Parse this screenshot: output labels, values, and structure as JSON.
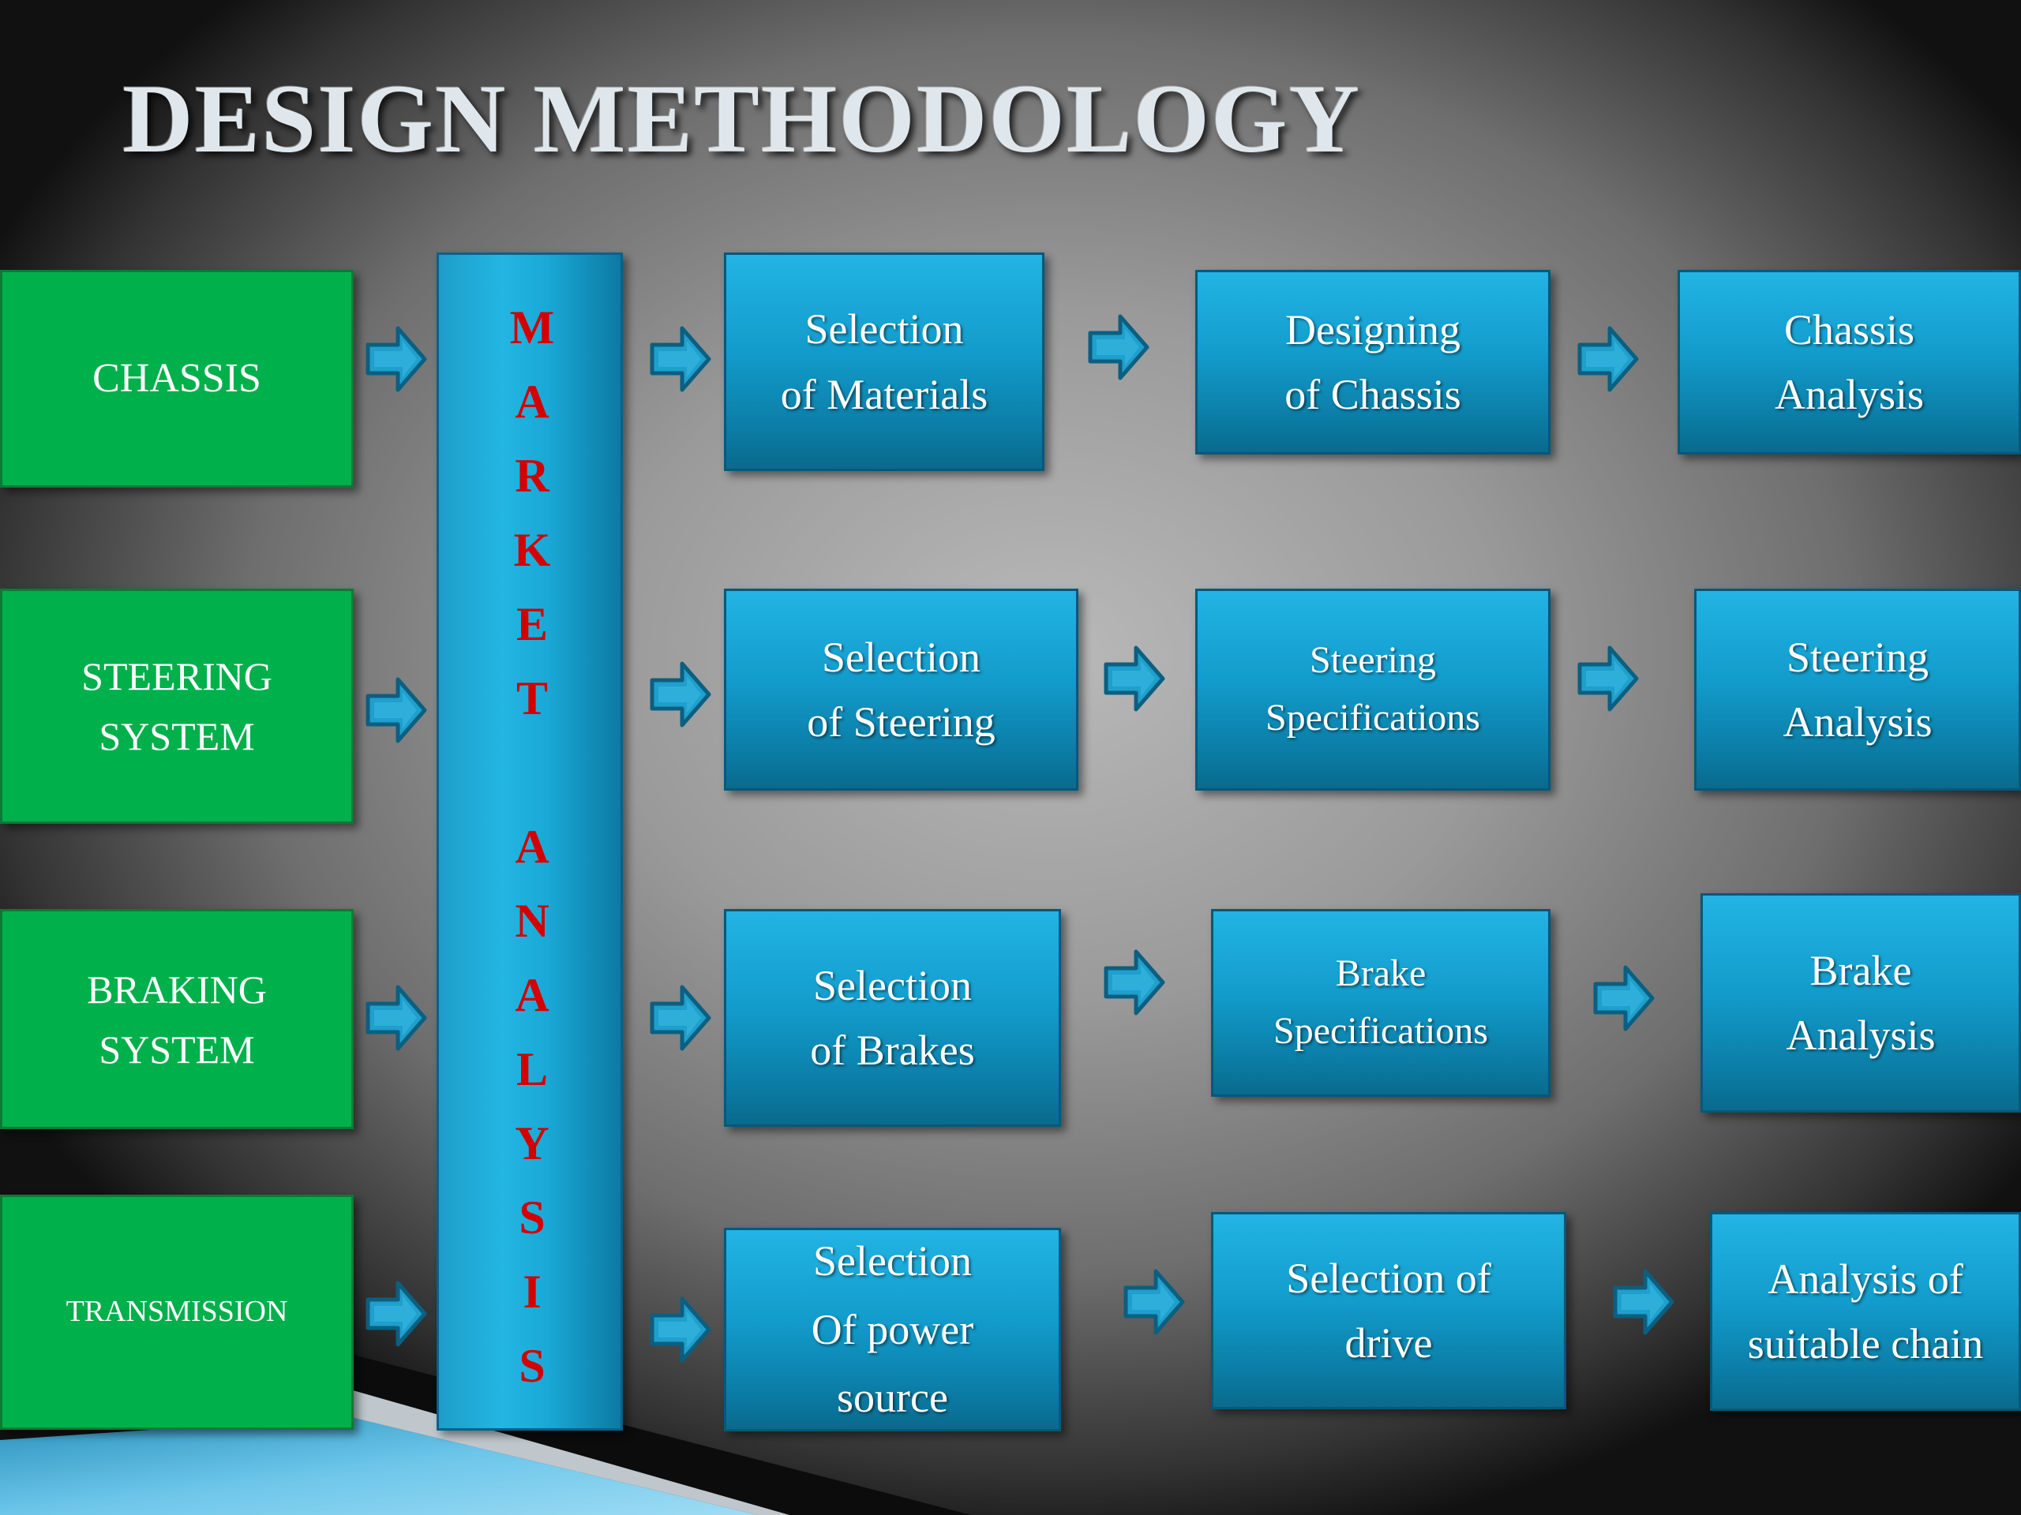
{
  "title": "DESIGN METHODOLOGY",
  "market_analysis_letters": [
    "M",
    "A",
    "R",
    "K",
    "E",
    "T",
    "A",
    "N",
    "A",
    "L",
    "Y",
    "S",
    "I",
    "S"
  ],
  "rows": [
    {
      "category": "CHASSIS",
      "steps": [
        "Selection\nof Materials",
        "Designing\nof Chassis",
        "Chassis\nAnalysis"
      ]
    },
    {
      "category": "STEERING\nSYSTEM",
      "steps": [
        "Selection\nof Steering",
        "Steering\nSpecifications",
        "Steering\nAnalysis"
      ]
    },
    {
      "category": "BRAKING\nSYSTEM",
      "steps": [
        "Selection\nof Brakes",
        "Brake\nSpecifications",
        "Brake\nAnalysis"
      ]
    },
    {
      "category": "TRANSMISSION",
      "steps": [
        "Selection\nOf power\nsource",
        "Selection of\ndrive",
        "Analysis of\nsuitable chain"
      ]
    }
  ],
  "colors": {
    "category_box": "#00b04b",
    "step_box": "#129ccc",
    "market_letters": "#d40000",
    "arrow": "#1f9fcc"
  },
  "icons": {
    "arrow": "right-block-arrow-icon"
  }
}
